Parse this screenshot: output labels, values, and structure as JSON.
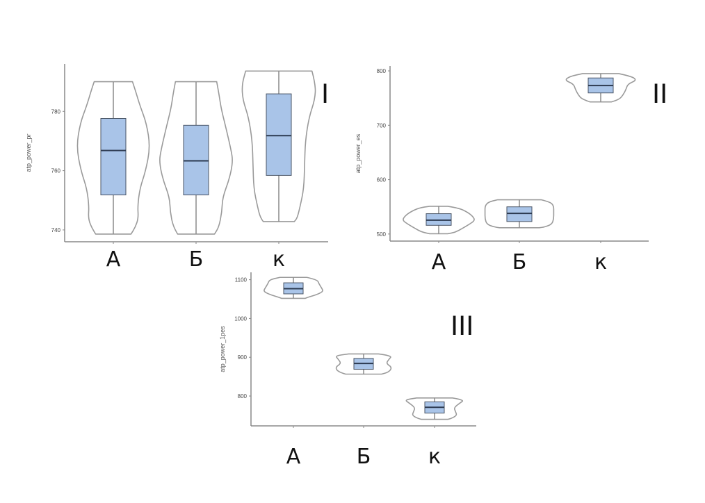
{
  "colors": {
    "box_fill": "#a9c4e8",
    "box_stroke": "#4a5566",
    "median": "#2c3a50",
    "violin_stroke": "#9a9a9a",
    "axis": "#888888"
  },
  "chart_data": [
    {
      "type": "violin-box",
      "panel_label": "I",
      "ylabel": "atp_power_pr",
      "categories": [
        "А",
        "Б",
        "к"
      ],
      "ylim": [
        736,
        796
      ],
      "yticks": [
        740,
        760,
        780
      ],
      "grid": false,
      "boxes": [
        {
          "whisker_low": 738.6,
          "q1": 751.8,
          "median": 766.8,
          "q3": 777.6,
          "whisker_high": 789.9
        },
        {
          "whisker_low": 738.6,
          "q1": 751.8,
          "median": 763.3,
          "q3": 775.3,
          "whisker_high": 789.9
        },
        {
          "whisker_low": 742.8,
          "q1": 758.4,
          "median": 771.8,
          "q3": 785.9,
          "whisker_high": 793.6
        }
      ],
      "violin_density": [
        [
          [
            790,
            0.52
          ],
          [
            787,
            0.6
          ],
          [
            782,
            0.72
          ],
          [
            776,
            0.9
          ],
          [
            768,
            1.0
          ],
          [
            760,
            0.88
          ],
          [
            754,
            0.72
          ],
          [
            748,
            0.66
          ],
          [
            744,
            0.68
          ],
          [
            741,
            0.6
          ],
          [
            738.6,
            0.48
          ]
        ],
        [
          [
            790,
            0.56
          ],
          [
            786,
            0.62
          ],
          [
            781,
            0.68
          ],
          [
            775,
            0.8
          ],
          [
            767,
            0.95
          ],
          [
            763,
            1.0
          ],
          [
            757,
            0.9
          ],
          [
            751,
            0.72
          ],
          [
            746,
            0.7
          ],
          [
            741,
            0.62
          ],
          [
            738.6,
            0.5
          ]
        ],
        [
          [
            793.6,
            0.9
          ],
          [
            789,
            1.0
          ],
          [
            784,
            0.98
          ],
          [
            778,
            0.82
          ],
          [
            770,
            0.72
          ],
          [
            762,
            0.7
          ],
          [
            754,
            0.68
          ],
          [
            748,
            0.58
          ],
          [
            744,
            0.5
          ],
          [
            742.8,
            0.42
          ]
        ]
      ]
    },
    {
      "type": "violin-box",
      "panel_label": "II",
      "ylabel": "atp_power_es",
      "categories": [
        "А",
        "Б",
        "к"
      ],
      "ylim": [
        487,
        809
      ],
      "yticks": [
        500,
        600,
        700,
        800
      ],
      "grid": false,
      "boxes": [
        {
          "whisker_low": 500.5,
          "q1": 516,
          "median": 525.5,
          "q3": 537.4,
          "whisker_high": 551
        },
        {
          "whisker_low": 511.5,
          "q1": 523,
          "median": 538,
          "q3": 550,
          "whisker_high": 563
        },
        {
          "whisker_low": 743,
          "q1": 759.5,
          "median": 773,
          "q3": 787,
          "whisker_high": 795
        }
      ],
      "violin_density": [
        [
          [
            551,
            0.25
          ],
          [
            548,
            0.55
          ],
          [
            540,
            0.8
          ],
          [
            532,
            0.95
          ],
          [
            525,
            1.0
          ],
          [
            518,
            0.85
          ],
          [
            510,
            0.65
          ],
          [
            503,
            0.45
          ],
          [
            500.5,
            0.25
          ]
        ],
        [
          [
            563,
            0.6
          ],
          [
            559,
            0.85
          ],
          [
            552,
            0.95
          ],
          [
            540,
            0.95
          ],
          [
            528,
            0.95
          ],
          [
            518,
            0.9
          ],
          [
            513,
            0.7
          ],
          [
            511.5,
            0.55
          ]
        ],
        [
          [
            795,
            0.5
          ],
          [
            790,
            0.85
          ],
          [
            783,
            1.0
          ],
          [
            776,
            0.75
          ],
          [
            766,
            0.7
          ],
          [
            756,
            0.62
          ],
          [
            748,
            0.52
          ],
          [
            743,
            0.3
          ]
        ]
      ]
    },
    {
      "type": "violin-box",
      "panel_label": "III",
      "ylabel": "atp_power_1pes",
      "categories": [
        "А",
        "Б",
        "к"
      ],
      "ylim": [
        723,
        1119
      ],
      "yticks": [
        800,
        900,
        1000,
        1100
      ],
      "grid": false,
      "boxes": [
        {
          "whisker_low": 1052,
          "q1": 1063.5,
          "median": 1077,
          "q3": 1092,
          "whisker_high": 1106
        },
        {
          "whisker_low": 856.5,
          "q1": 869,
          "median": 884,
          "q3": 897,
          "whisker_high": 908.5
        },
        {
          "whisker_low": 740,
          "q1": 756,
          "median": 771,
          "q3": 785,
          "whisker_high": 795
        }
      ],
      "violin_density": [
        [
          [
            1106,
            0.45
          ],
          [
            1100,
            0.8
          ],
          [
            1090,
            0.85
          ],
          [
            1078,
            0.95
          ],
          [
            1070,
            1.0
          ],
          [
            1062,
            0.8
          ],
          [
            1055,
            0.5
          ],
          [
            1052,
            0.4
          ]
        ],
        [
          [
            908.5,
            0.5
          ],
          [
            904,
            0.95
          ],
          [
            895,
            0.85
          ],
          [
            884,
            0.75
          ],
          [
            874,
            0.95
          ],
          [
            862,
            0.85
          ],
          [
            856.5,
            0.6
          ]
        ],
        [
          [
            795,
            0.6
          ],
          [
            790,
            1.0
          ],
          [
            782,
            0.85
          ],
          [
            770,
            0.65
          ],
          [
            760,
            0.7
          ],
          [
            750,
            0.75
          ],
          [
            742,
            0.55
          ],
          [
            740,
            0.45
          ]
        ]
      ]
    }
  ]
}
